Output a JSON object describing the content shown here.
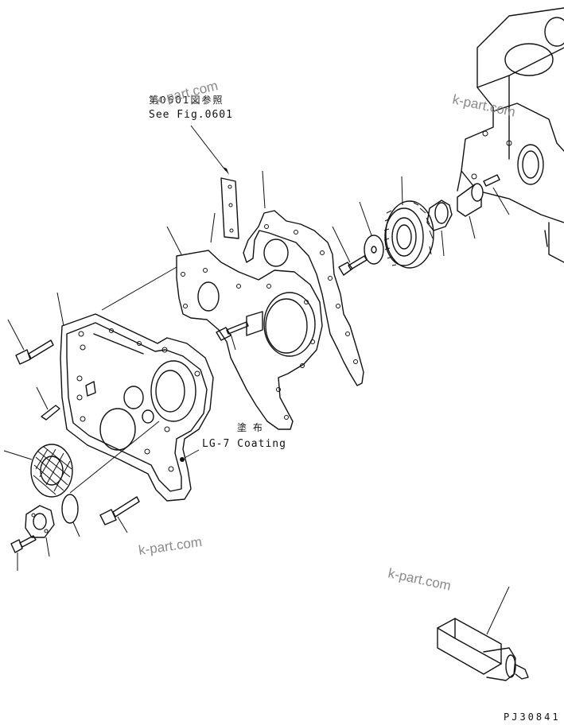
{
  "annotations": {
    "reference_jp": "第0601図参照",
    "reference_en": "See Fig.0601",
    "coating_jp": "塗 布",
    "coating_en": "LG-7 Coating"
  },
  "watermarks": [
    "k-part.com",
    "k-part.com",
    "k-part.com",
    "k-part.com"
  ],
  "drawing_code": "PJ30841"
}
